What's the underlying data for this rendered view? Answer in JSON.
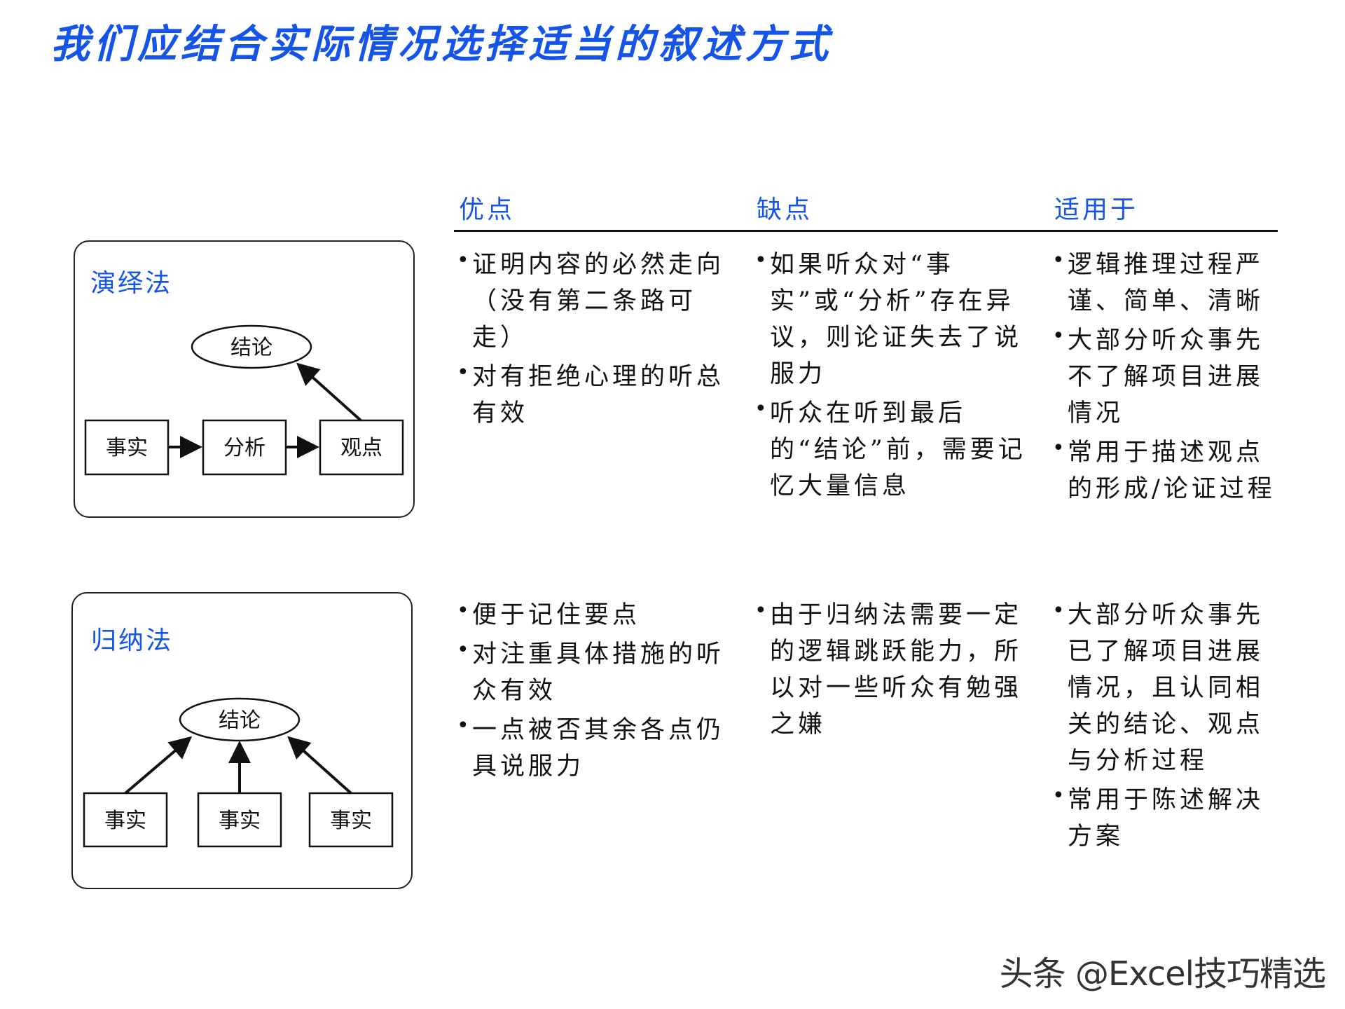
{
  "title": "我们应结合实际情况选择适当的叙述方式",
  "columns": {
    "pros": "优点",
    "cons": "缺点",
    "applies": "适用于"
  },
  "deductive": {
    "label": "演绎法",
    "conclusion": "结论",
    "boxes": [
      "事实",
      "分析",
      "观点"
    ],
    "pros": [
      "证明内容的必然走向（没有第二条路可走）",
      "对有拒绝心理的听总有效"
    ],
    "cons": [
      "如果听众对“事实”或“分析”存在异议，则论证失去了说服力",
      "听众在听到最后的“结论”前，需要记忆大量信息"
    ],
    "applies": [
      "逻辑推理过程严谨、简单、清晰",
      "大部分听众事先不了解项目进展情况",
      "常用于描述观点的形成/论证过程"
    ]
  },
  "inductive": {
    "label": "归纳法",
    "conclusion": "结论",
    "boxes": [
      "事实",
      "事实",
      "事实"
    ],
    "pros": [
      "便于记住要点",
      "对注重具体措施的听众有效",
      "一点被否其余各点仍具说服力"
    ],
    "cons": [
      "由于归纳法需要一定的逻辑跳跃能力，所以对一些听众有勉强之嫌"
    ],
    "applies": [
      "大部分听众事先已了解项目进展情况，且认同相关的结论、观点与分析过程",
      "常用于陈述解决方案"
    ]
  },
  "watermark": "头条 @Excel技巧精选",
  "colors": {
    "accent": "#1554e8"
  }
}
